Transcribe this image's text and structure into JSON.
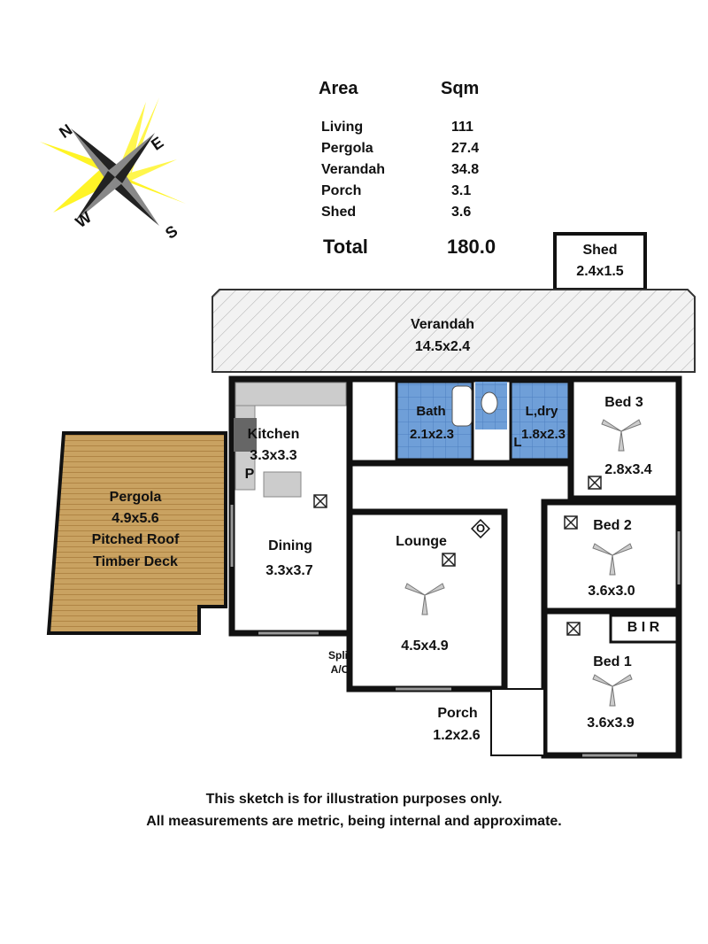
{
  "area_table": {
    "header_area": "Area",
    "header_sqm": "Sqm",
    "rows": [
      {
        "name": "Living",
        "sqm": "111"
      },
      {
        "name": "Pergola",
        "sqm": "27.4"
      },
      {
        "name": "Verandah",
        "sqm": "34.8"
      },
      {
        "name": "Porch",
        "sqm": "3.1"
      },
      {
        "name": "Shed",
        "sqm": "3.6"
      }
    ],
    "total_label": "Total",
    "total_sqm": "180.0"
  },
  "compass": {
    "n": "N",
    "e": "E",
    "s": "S",
    "w": "W"
  },
  "rooms": {
    "shed": {
      "name": "Shed",
      "size": "2.4x1.5"
    },
    "verandah": {
      "name": "Verandah",
      "size": "14.5x2.4"
    },
    "pergola": {
      "name": "Pergola",
      "size": "4.9x5.6",
      "note1": "Pitched Roof",
      "note2": "Timber Deck"
    },
    "kitchen": {
      "name": "Kitchen",
      "size": "3.3x3.3",
      "pantry": "P"
    },
    "dining": {
      "name": "Dining",
      "size": "3.3x3.7"
    },
    "bath": {
      "name": "Bath",
      "size": "2.1x2.3"
    },
    "laundry": {
      "name": "L,dry",
      "size": "1.8x2.3",
      "linen": "L"
    },
    "bed3": {
      "name": "Bed 3",
      "size": "2.8x3.4"
    },
    "bed2": {
      "name": "Bed 2",
      "size": "3.6x3.0"
    },
    "bed1": {
      "name": "Bed 1",
      "size": "3.6x3.9"
    },
    "bir": {
      "name": "B I R"
    },
    "lounge": {
      "name": "Lounge",
      "size": "4.5x4.9",
      "heater": "O"
    },
    "porch": {
      "name": "Porch",
      "size": "1.2x2.6"
    },
    "split_ac": {
      "line1": "Split",
      "line2": "A/C"
    }
  },
  "footer": {
    "line1": "This sketch is for illustration purposes only.",
    "line2": "All measurements are metric, being internal and approximate."
  },
  "colors": {
    "wet_area": "#6f9fd8",
    "deck": "#c9a261",
    "wall": "#111111"
  }
}
